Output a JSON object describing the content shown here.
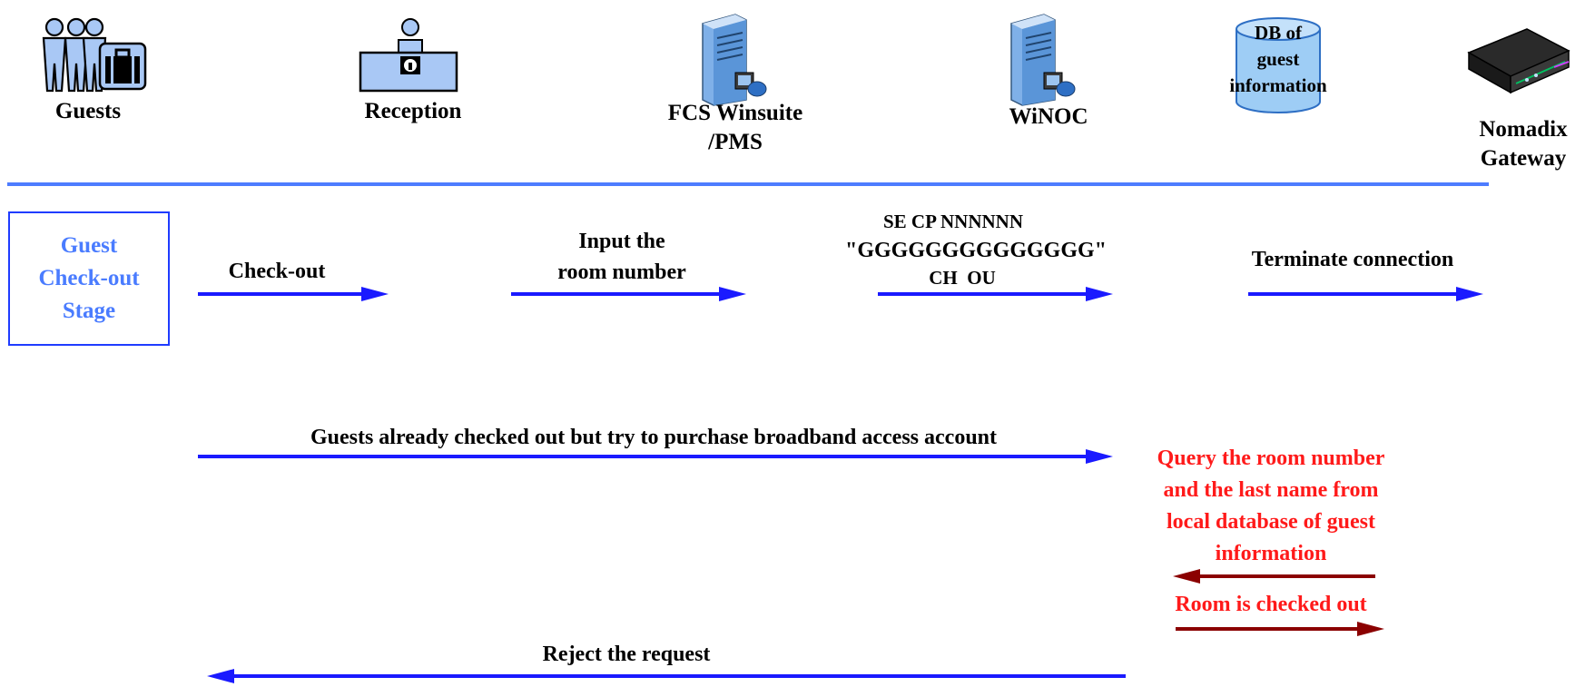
{
  "actors": {
    "guests": "Guests",
    "reception": "Reception",
    "fcs_line1": "FCS Winsuite",
    "fcs_line2": "/PMS",
    "winoc": "WiNOC",
    "db_line1": "DB of",
    "db_line2": "guest",
    "db_line3": "information",
    "nomadix_line1": "Nomadix",
    "nomadix_line2": "Gateway"
  },
  "stage": {
    "line1": "Guest",
    "line2": "Check-out",
    "line3": "Stage"
  },
  "messages": {
    "checkout": "Check-out",
    "input_line1": "Input the",
    "input_line2": "room number",
    "pms_line1": "SE CP NNNNNN",
    "pms_line2": "\"GGGGGGGGGGGGGG\"",
    "pms_line3": "CH  OU",
    "terminate": "Terminate connection",
    "already_out": "Guests already checked out but try to purchase broadband access account",
    "query_line1": "Query the room number",
    "query_line2": "and the last name from",
    "query_line3": "local database of guest",
    "query_line4": "information",
    "room_out": "Room is checked out",
    "reject": "Reject the request"
  },
  "colors": {
    "header_rule": "#4d7cff",
    "arrow_blue": "#1a1aff",
    "arrow_darkred": "#8b0000",
    "stage_text": "#4a7cff",
    "red_text": "#ff1a1a"
  }
}
